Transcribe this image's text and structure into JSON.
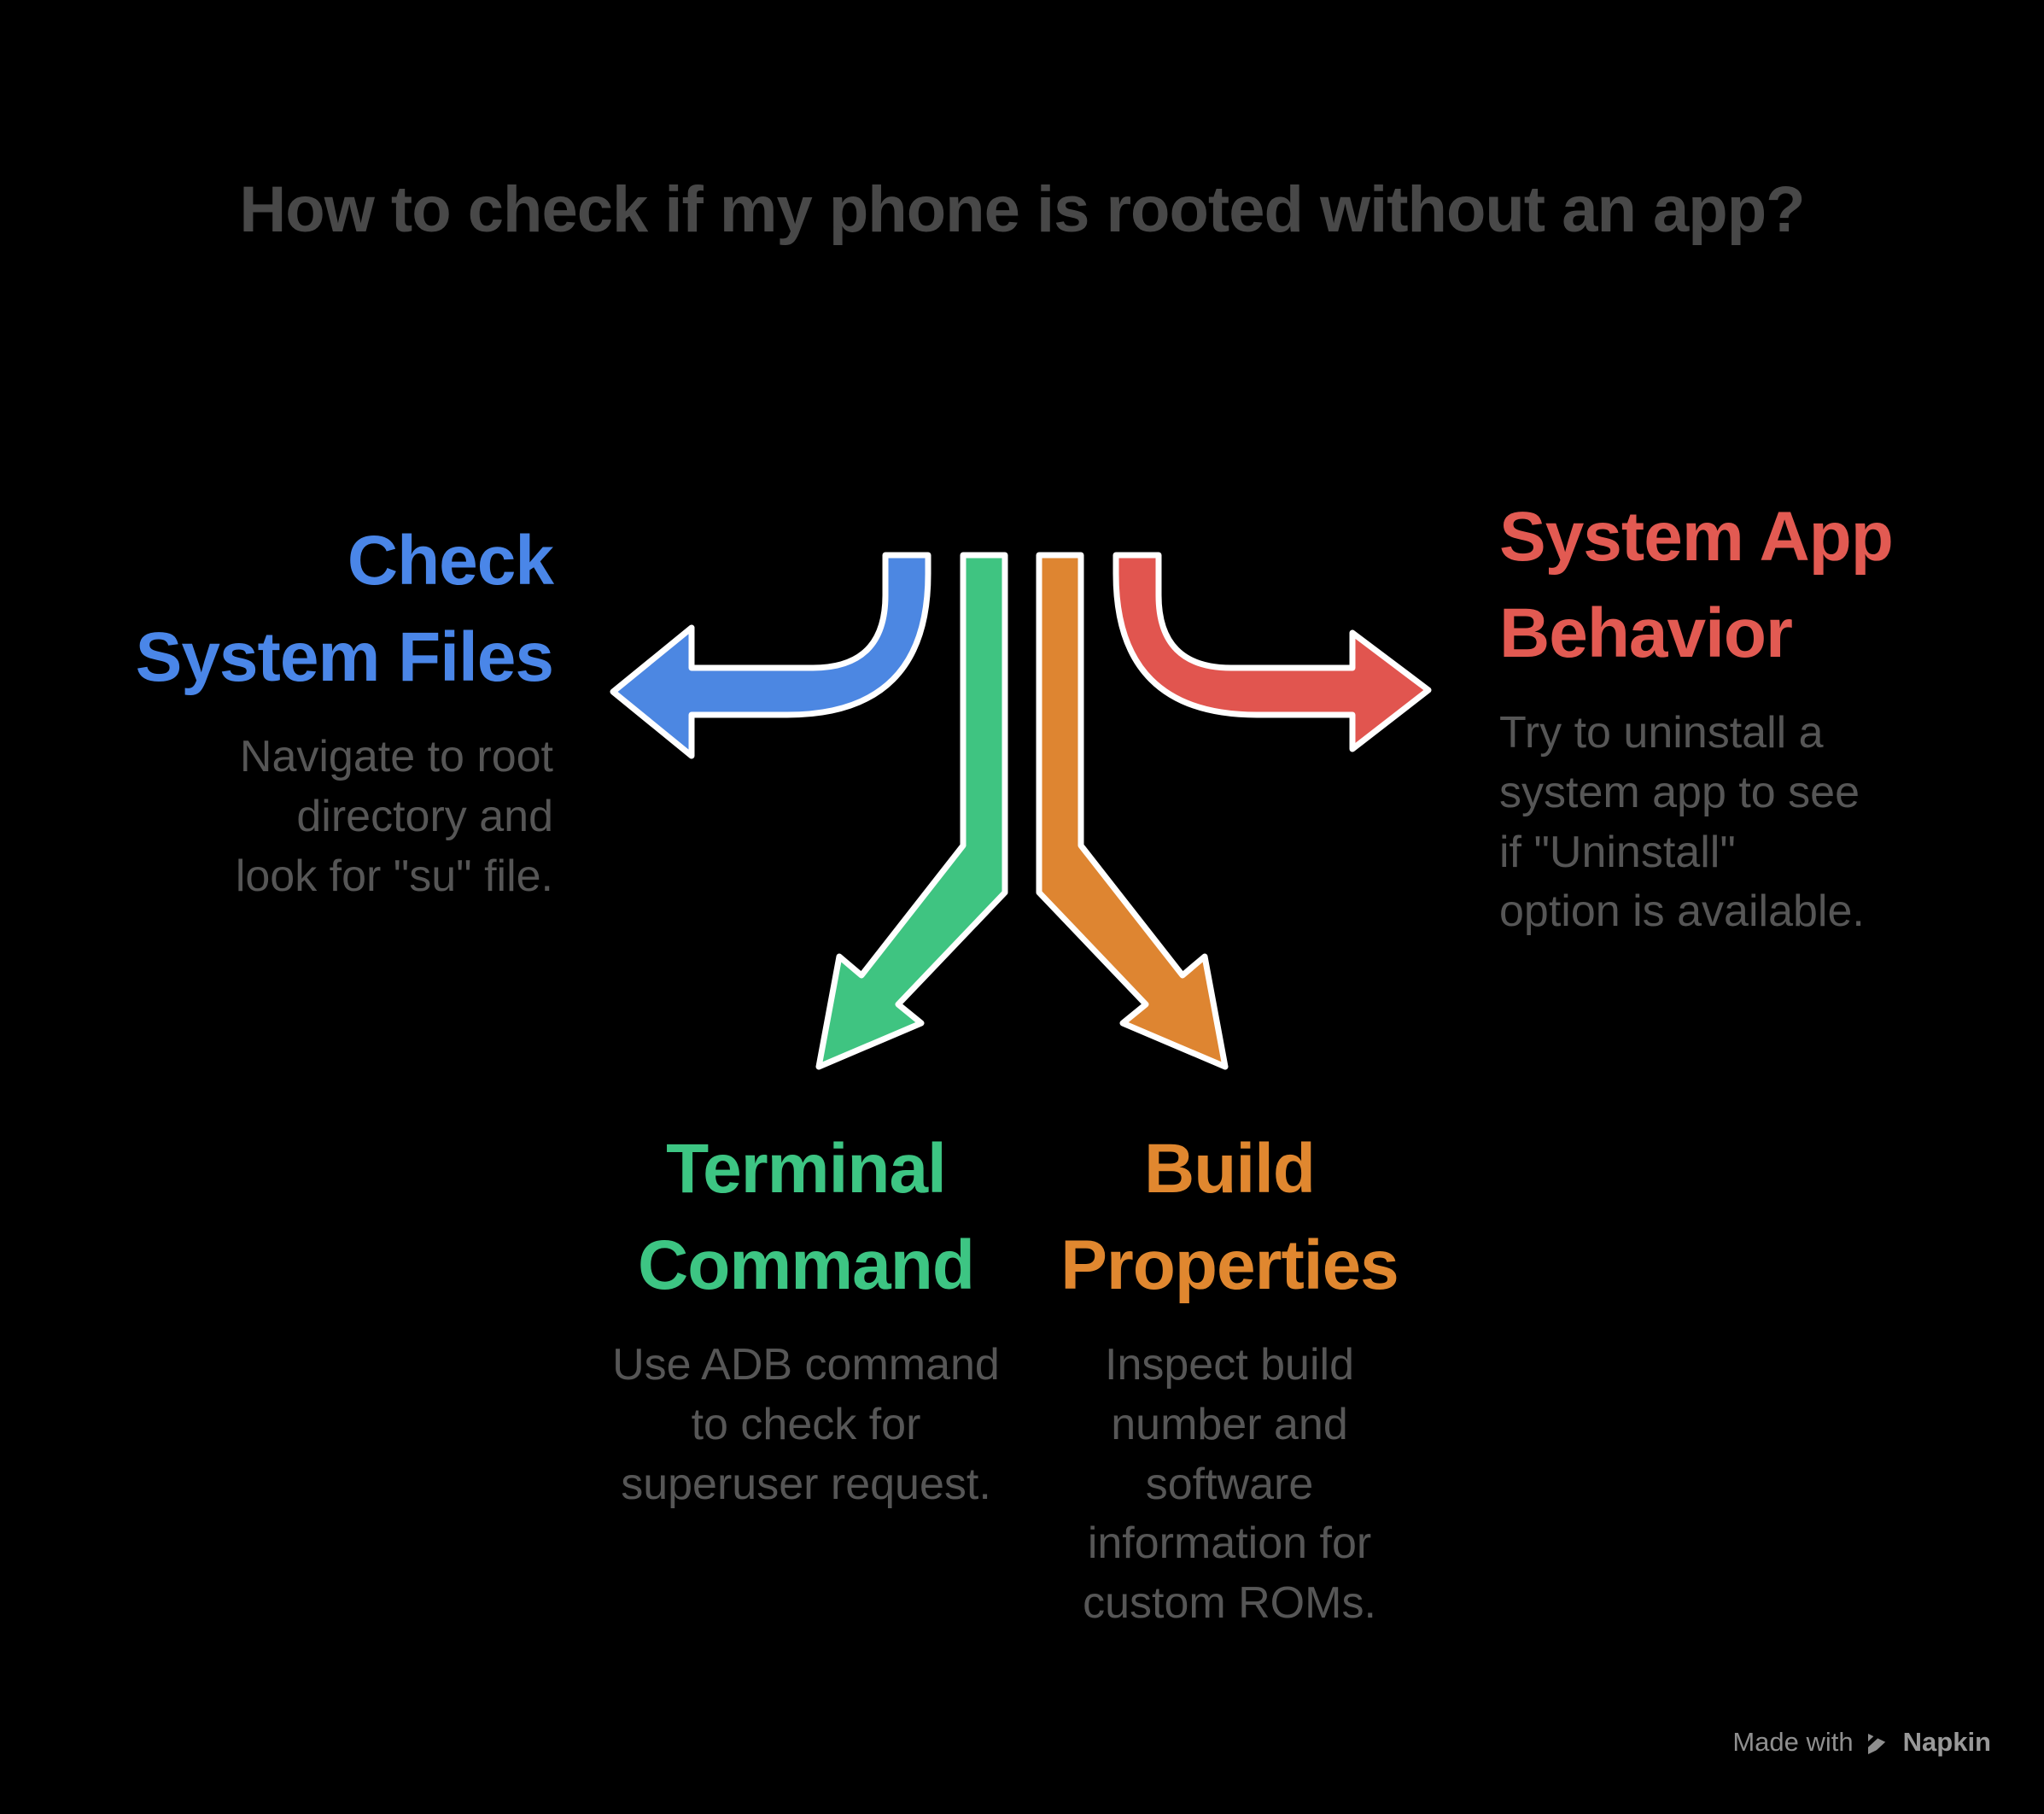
{
  "title": "How to check if my phone is rooted without an app?",
  "steps": [
    {
      "id": "check-system-files",
      "title_lines": [
        "Check",
        "System Files"
      ],
      "desc_lines": [
        "Navigate to root",
        "directory and",
        "look for \"su\" file."
      ],
      "color": "#4a86e8",
      "arrow_color": "#4c87e2",
      "direction": "left"
    },
    {
      "id": "system-app-behavior",
      "title_lines": [
        "System App",
        "Behavior"
      ],
      "desc_lines": [
        "Try to uninstall a",
        "system app to see",
        "if \"Uninstall\"",
        "option is available."
      ],
      "color": "#e25a52",
      "arrow_color": "#e1554f",
      "direction": "right"
    },
    {
      "id": "terminal-command",
      "title_lines": [
        "Terminal",
        "Command"
      ],
      "desc_lines": [
        "Use ADB command",
        "to check for",
        "superuser request."
      ],
      "color": "#3dc583",
      "arrow_color": "#3fc481",
      "direction": "down-left"
    },
    {
      "id": "build-properties",
      "title_lines": [
        "Build",
        "Properties"
      ],
      "desc_lines": [
        "Inspect build",
        "number and",
        "software",
        "information for",
        "custom ROMs."
      ],
      "color": "#e0872f",
      "arrow_color": "#de8531",
      "direction": "down-right"
    }
  ],
  "badge": {
    "made_with": "Made with",
    "brand": "Napkin"
  },
  "colors": {
    "background": "#000000",
    "title": "#484848",
    "description": "#565656",
    "arrow_outline": "#ffffff",
    "badge_text": "#8f8f8f"
  }
}
